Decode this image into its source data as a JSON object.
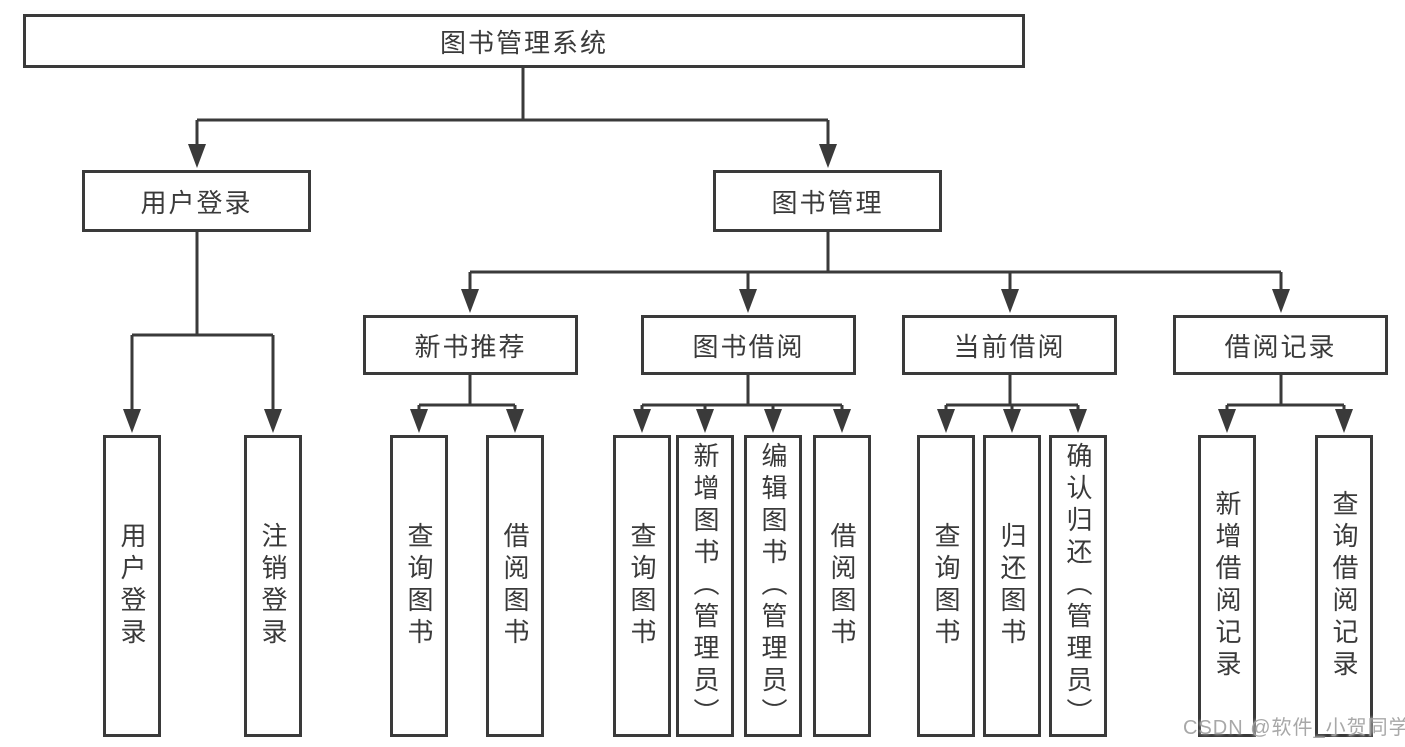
{
  "colors": {
    "line": "#3a3a3a",
    "text": "#3a3a3a",
    "watermark": "#9e9e9e",
    "background": "#ffffff"
  },
  "tree": {
    "root": {
      "label": "图书管理系统"
    },
    "children": [
      {
        "label": "用户登录",
        "children": [
          {
            "label": "用户登录"
          },
          {
            "label": "注销登录"
          }
        ]
      },
      {
        "label": "图书管理",
        "children": [
          {
            "label": "新书推荐",
            "children": [
              {
                "label": "查询图书"
              },
              {
                "label": "借阅图书"
              }
            ]
          },
          {
            "label": "图书借阅",
            "children": [
              {
                "label": "查询图书"
              },
              {
                "label": "新增图书（管理员）"
              },
              {
                "label": "编辑图书（管理员）"
              },
              {
                "label": "借阅图书"
              }
            ]
          },
          {
            "label": "当前借阅",
            "children": [
              {
                "label": "查询图书"
              },
              {
                "label": "归还图书"
              },
              {
                "label": "确认归还（管理员）"
              }
            ]
          },
          {
            "label": "借阅记录",
            "children": [
              {
                "label": "新增借阅记录"
              },
              {
                "label": "查询借阅记录"
              }
            ]
          }
        ]
      }
    ]
  },
  "watermark": {
    "text": "CSDN @软件_小贺同学"
  }
}
